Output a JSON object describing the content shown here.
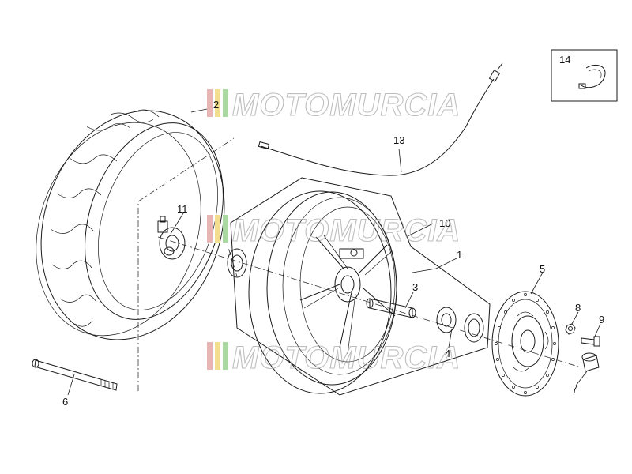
{
  "watermark": {
    "text": "MOTOMURCIA",
    "stripe_colors": [
      "#e8b4b4",
      "#f2de8c",
      "#a9d8a0"
    ]
  },
  "callouts": [
    {
      "id": "1",
      "label": "1"
    },
    {
      "id": "2",
      "label": "2"
    },
    {
      "id": "3",
      "label": "3"
    },
    {
      "id": "4",
      "label": "4"
    },
    {
      "id": "5",
      "label": "5"
    },
    {
      "id": "6",
      "label": "6"
    },
    {
      "id": "7",
      "label": "7"
    },
    {
      "id": "8",
      "label": "8"
    },
    {
      "id": "9",
      "label": "9"
    },
    {
      "id": "10",
      "label": "10"
    },
    {
      "id": "11",
      "label": "11"
    },
    {
      "id": "13",
      "label": "13"
    },
    {
      "id": "14",
      "label": "14"
    }
  ]
}
